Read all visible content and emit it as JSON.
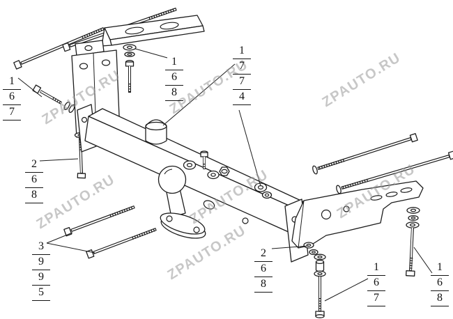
{
  "watermark": {
    "text": "ZPAUTO.RU"
  },
  "callouts": [
    {
      "numbers": [
        "1",
        "6",
        "7"
      ]
    },
    {
      "numbers": [
        "2",
        "6",
        "8"
      ]
    },
    {
      "numbers": [
        "3",
        "9",
        "9",
        "5"
      ]
    },
    {
      "numbers": [
        "1",
        "6",
        "8"
      ]
    },
    {
      "numbers": [
        "1",
        "7",
        "7",
        "4"
      ]
    },
    {
      "numbers": [
        "2",
        "6",
        "8"
      ]
    },
    {
      "numbers": [
        "1",
        "6",
        "7"
      ]
    },
    {
      "numbers": [
        "1",
        "6",
        "8"
      ]
    }
  ]
}
